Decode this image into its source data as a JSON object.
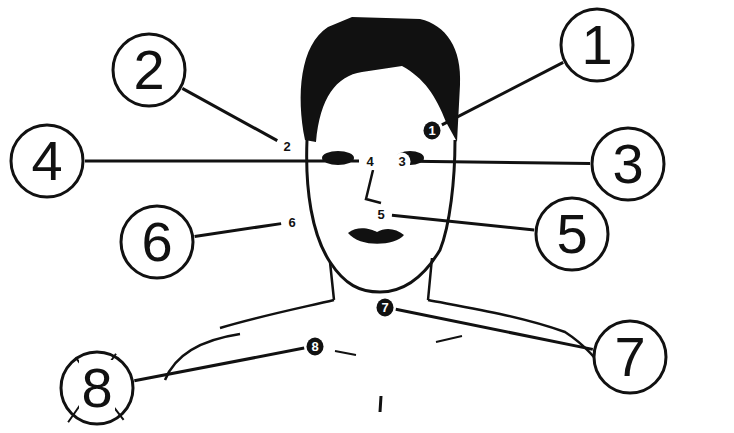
{
  "diagram": {
    "nodes": [
      {
        "text": [
          "1"
        ]
      },
      {
        "text": [
          "2"
        ]
      },
      {
        "text": [
          "3"
        ]
      },
      {
        "text": [
          "4"
        ]
      },
      {
        "text": [
          "5"
        ]
      },
      {
        "text": [
          "6"
        ]
      },
      {
        "text": [
          "7"
        ]
      },
      {
        "text": [
          "8"
        ]
      },
      {
        "text": [
          "1"
        ]
      },
      {
        "text": [
          "2"
        ]
      },
      {
        "text": [
          "3"
        ]
      },
      {
        "text": [
          "4"
        ]
      },
      {
        "text": [
          "5"
        ]
      },
      {
        "text": [
          "6"
        ]
      },
      {
        "text": [
          "7"
        ]
      },
      {
        "text": [
          "8"
        ]
      }
    ],
    "edges": [
      {
        "from": 0,
        "to": 8,
        "arrow": "none"
      },
      {
        "from": 1,
        "to": 9,
        "arrow": "none"
      },
      {
        "from": 2,
        "to": 10,
        "arrow": "none"
      },
      {
        "from": 3,
        "to": 11,
        "arrow": "none"
      },
      {
        "from": 4,
        "to": 12,
        "arrow": "none"
      },
      {
        "from": 5,
        "to": 13,
        "arrow": "none"
      },
      {
        "from": 6,
        "to": 14,
        "arrow": "none"
      },
      {
        "from": 7,
        "to": 15,
        "arrow": "none"
      }
    ]
  }
}
